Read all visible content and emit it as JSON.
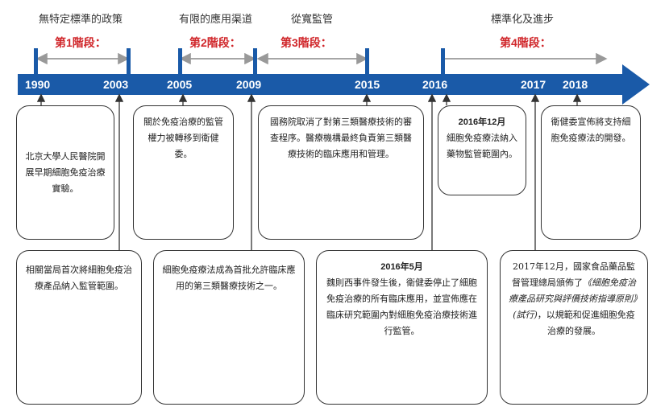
{
  "phases": [
    {
      "title": "無特定標準的政策",
      "stage": "第1階段："
    },
    {
      "title": "有限的應用渠道",
      "stage": "第2階段："
    },
    {
      "title": "從寬監管",
      "stage": "第3階段："
    },
    {
      "title": "標準化及進步",
      "stage": "第4階段："
    }
  ],
  "years": [
    "1990",
    "2003",
    "2005",
    "2009",
    "2015",
    "2016",
    "2017",
    "2018"
  ],
  "boxes": {
    "b1990": "北京大學人民醫院開展早期細胞免疫治療實驗。",
    "b2005": "關於免疫治療的監管權力被轉移到衛健委。",
    "b2015": "國務院取消了對第三類醫療技術的審查程序。醫療機構最終負責第三類醫療技術的臨床應用和管理。",
    "b2016dec_head": "2016年12月",
    "b2016dec_body": "細胞免疫療法納入藥物監管範圍內。",
    "b2018": "衛健委宣佈將支持細胞免疫療法的開發。",
    "b2003": "相關當局首次將細胞免疫治療產品納入監管範圍。",
    "b2009": "細胞免疫療法成為首批允許臨床應用的第三類醫療技術之一。",
    "b2016may_head": "2016年5月",
    "b2016may_body": "魏則西事件發生後，衛健委停止了細胞免疫治療的所有臨床應用，並宣佈應在臨床研究範圍內對細胞免疫治療技術進行監管。",
    "b2017_a": "2017年12月，國家食品藥品監督管理總局頒佈了",
    "b2017_b": "《細胞免疫治療產品研究與評價技術指導原則》",
    "b2017_c": "(試行)",
    "b2017_d": "，以規範和促進細胞免疫治療的發展。"
  },
  "colors": {
    "arrow": "#1a5aa8",
    "stage_red": "#d0262a",
    "span_arrow": "#999999",
    "connector": "#333333"
  }
}
